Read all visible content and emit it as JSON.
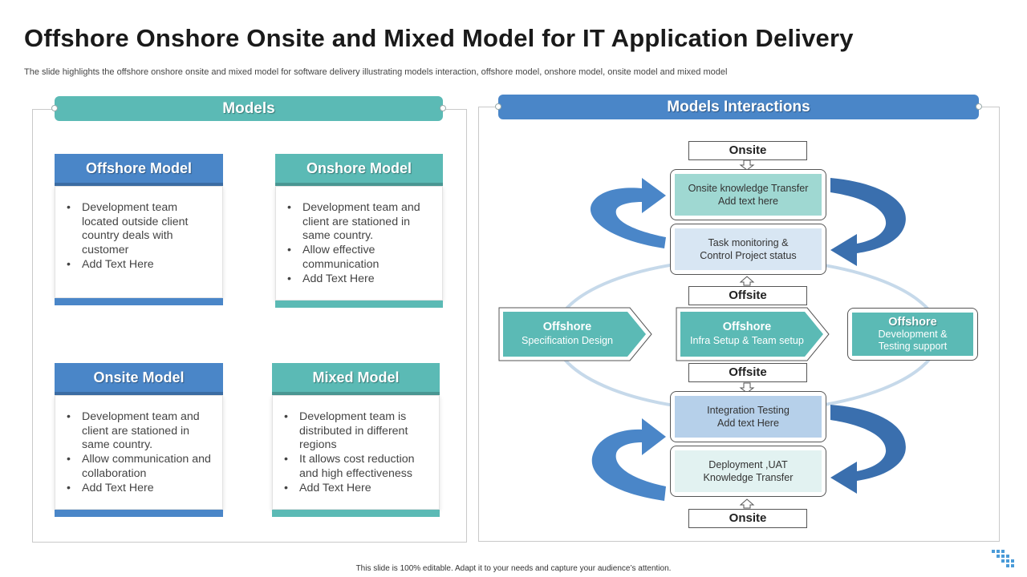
{
  "title": "Offshore Onshore Onsite and Mixed Model for IT Application Delivery",
  "subtitle": "The slide highlights the offshore onshore onsite and mixed model for software delivery illustrating models interaction, offshore model, onshore model, onsite model and mixed model",
  "colors": {
    "blue": "#4a86c8",
    "teal": "#5bbab5",
    "light_teal": "#9fd8d2",
    "light_blue": "#d8e6f3",
    "mid_blue": "#b6d0ea",
    "pale_teal": "#e2f2f1"
  },
  "models": {
    "header": "Models",
    "cards": [
      {
        "title": "Offshore Model",
        "items": [
          "Development team located outside client country deals with customer",
          "Add Text Here"
        ]
      },
      {
        "title": "Onshore Model",
        "items": [
          "Development team and client are stationed in same country.",
          "Allow effective communication",
          "Add Text Here"
        ]
      },
      {
        "title": "Onsite Model",
        "items": [
          "Development team and client are stationed in same country.",
          "Allow communication and collaboration",
          "Add Text Here"
        ]
      },
      {
        "title": "Mixed Model",
        "items": [
          "Development team is distributed in different regions",
          "It allows cost reduction and high effectiveness",
          "Add Text Here"
        ]
      }
    ]
  },
  "interactions": {
    "header": "Models Interactions",
    "onsite_top": "Onsite",
    "offsite_1": "Offsite",
    "offsite_2": "Offsite",
    "onsite_bottom": "Onsite",
    "box1": "Onsite knowledge Transfer\nAdd text here",
    "box2": "Task monitoring &\nControl Project status",
    "box3": "Integration Testing\nAdd text Here",
    "box4": "Deployment ,UAT\nKnowledge Transfer",
    "left_title": "Offshore",
    "left_text": "Specification Design",
    "mid_title": "Offshore",
    "mid_text": "Infra Setup & Team setup",
    "right_title": "Offshore",
    "right_text": "Development  &\nTesting support"
  },
  "footer": "This slide is 100% editable.  Adapt it to your needs and capture your audience’s attention."
}
